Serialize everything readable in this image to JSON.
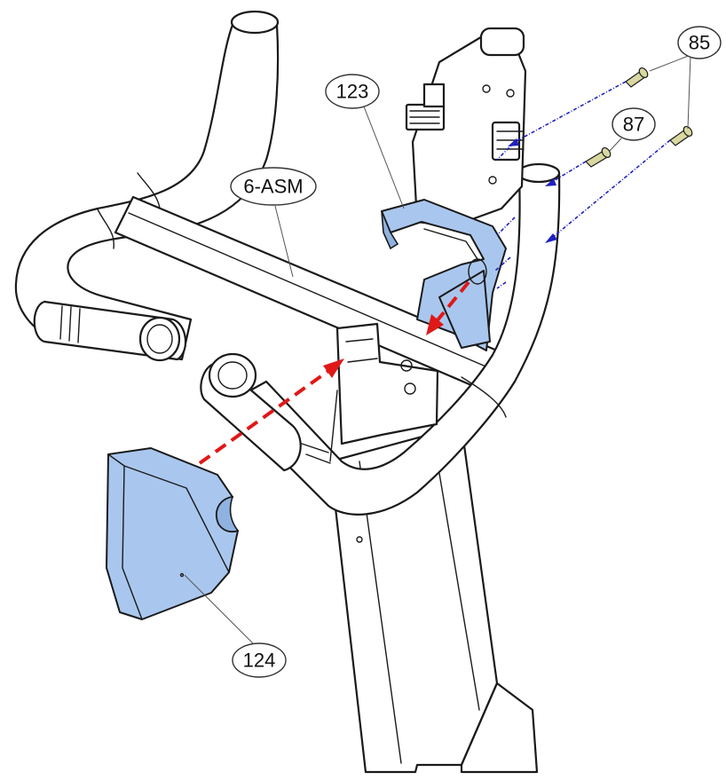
{
  "callouts": {
    "c85": "85",
    "c87": "87",
    "c123": "123",
    "c6asm": "6-ASM",
    "c124": "124"
  },
  "colors": {
    "cover_blue": "#a9c7ee",
    "arrow_red": "#e01818",
    "arrow_blue": "#2020c0"
  }
}
